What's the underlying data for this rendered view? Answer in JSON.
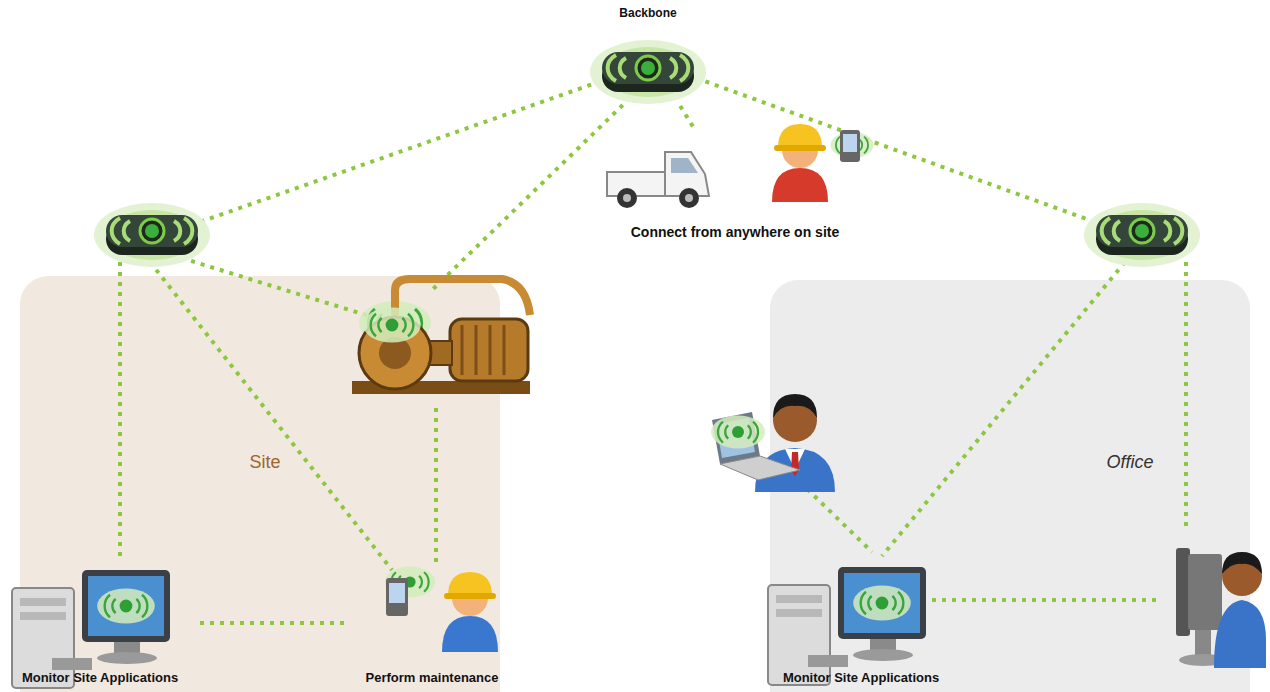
{
  "diagram": {
    "nodes": [
      {
        "text": [
          "Backbone"
        ]
      },
      {
        "text": [
          "Connect from anywhere on site"
        ]
      },
      {
        "text": [
          "Site"
        ]
      },
      {
        "text": [
          "Monitor Site Applications"
        ],
        "in": 2
      },
      {
        "text": [
          "Perform maintenance"
        ],
        "in": 2
      },
      {
        "text": [
          "Office"
        ]
      },
      {
        "text": [
          "Monitor Site Applications"
        ],
        "in": 5
      }
    ],
    "edges": [
      {
        "from": 0,
        "to": 1,
        "arrow": "none"
      },
      {
        "from": 3,
        "to": 4,
        "arrow": "none"
      }
    ]
  }
}
